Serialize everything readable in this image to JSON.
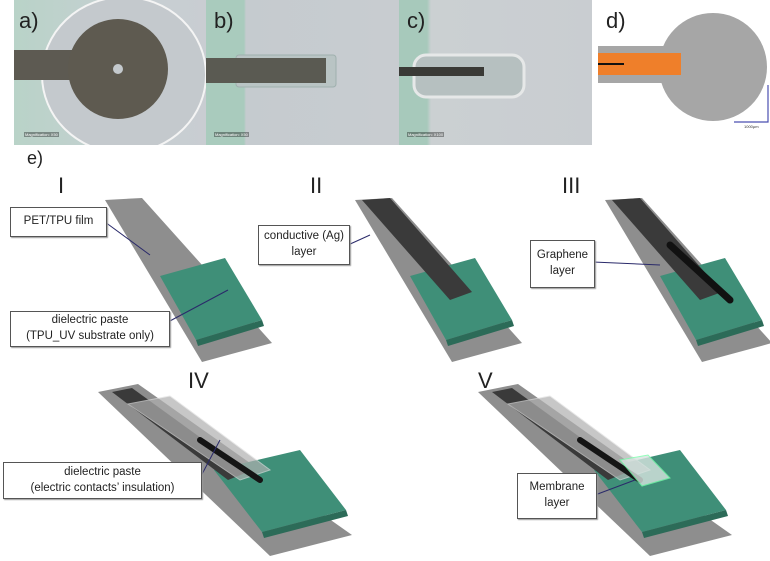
{
  "top_panels": {
    "a": {
      "label": "a)",
      "magnification": "Magnification: X50"
    },
    "b": {
      "label": "b)",
      "magnification": "Magnification: X50"
    },
    "c": {
      "label": "c)",
      "magnification": "Magnification: X100"
    },
    "d": {
      "label": "d)",
      "scale": "1000µm"
    }
  },
  "section_e": {
    "label": "e)",
    "steps": [
      {
        "numeral": "I",
        "callouts": [
          "PET/TPU film",
          "dielectric paste",
          "(TPU_UV substrate only)"
        ]
      },
      {
        "numeral": "II",
        "callouts": [
          "conductive (Ag)",
          "layer"
        ]
      },
      {
        "numeral": "III",
        "callouts": [
          "Graphene",
          "layer"
        ]
      },
      {
        "numeral": "IV",
        "callouts": [
          "dielectric paste",
          "(electric contacts’ insulation)"
        ]
      },
      {
        "numeral": "V",
        "callouts": [
          "Membrane",
          "layer"
        ]
      }
    ]
  },
  "colors": {
    "substrate": "#9a9a9a",
    "pad": "#3f8f78",
    "silver": "#3a3a3a",
    "graphene": "#151515",
    "orange": "#ef7f2a"
  }
}
